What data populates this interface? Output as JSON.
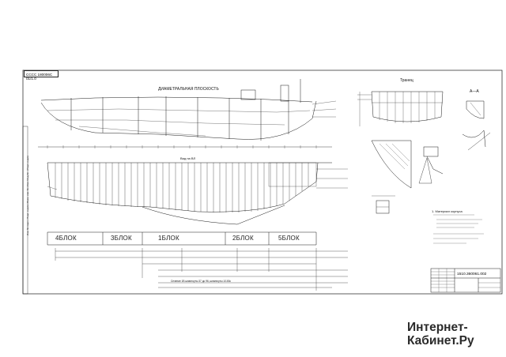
{
  "drawing": {
    "stamp_code": "СССС 180006С 01/1.0",
    "title_center": "ДИАМЕТРАЛЬНАЯ ПЛОСКОСТЬ",
    "title_top_right": "Транец",
    "title_section": "А—А",
    "view_label": "Вид на ВЛ",
    "blocks": [
      "4БЛОК",
      "3БЛОК",
      "1БЛОК",
      "2БЛОК",
      "5БЛОК"
    ],
    "notes_header": "1. Материал корпуса",
    "title_block_code": "1510.360061.002",
    "bottom_caption": "Сечение 1В шпангоуты 37 до 96, шпангоуты 1/100к",
    "vertical_strip": "Инв. № подл. | Подп. и дата | Взам. инв. № | Инв. № дубл. | Подп. и дата"
  },
  "watermark": {
    "line1": "Интернет-",
    "line2": "Кабинет.Ру"
  },
  "colors": {
    "line": "#1a1a1a",
    "paper": "#ffffff",
    "watermark": "#2a2a2a"
  }
}
